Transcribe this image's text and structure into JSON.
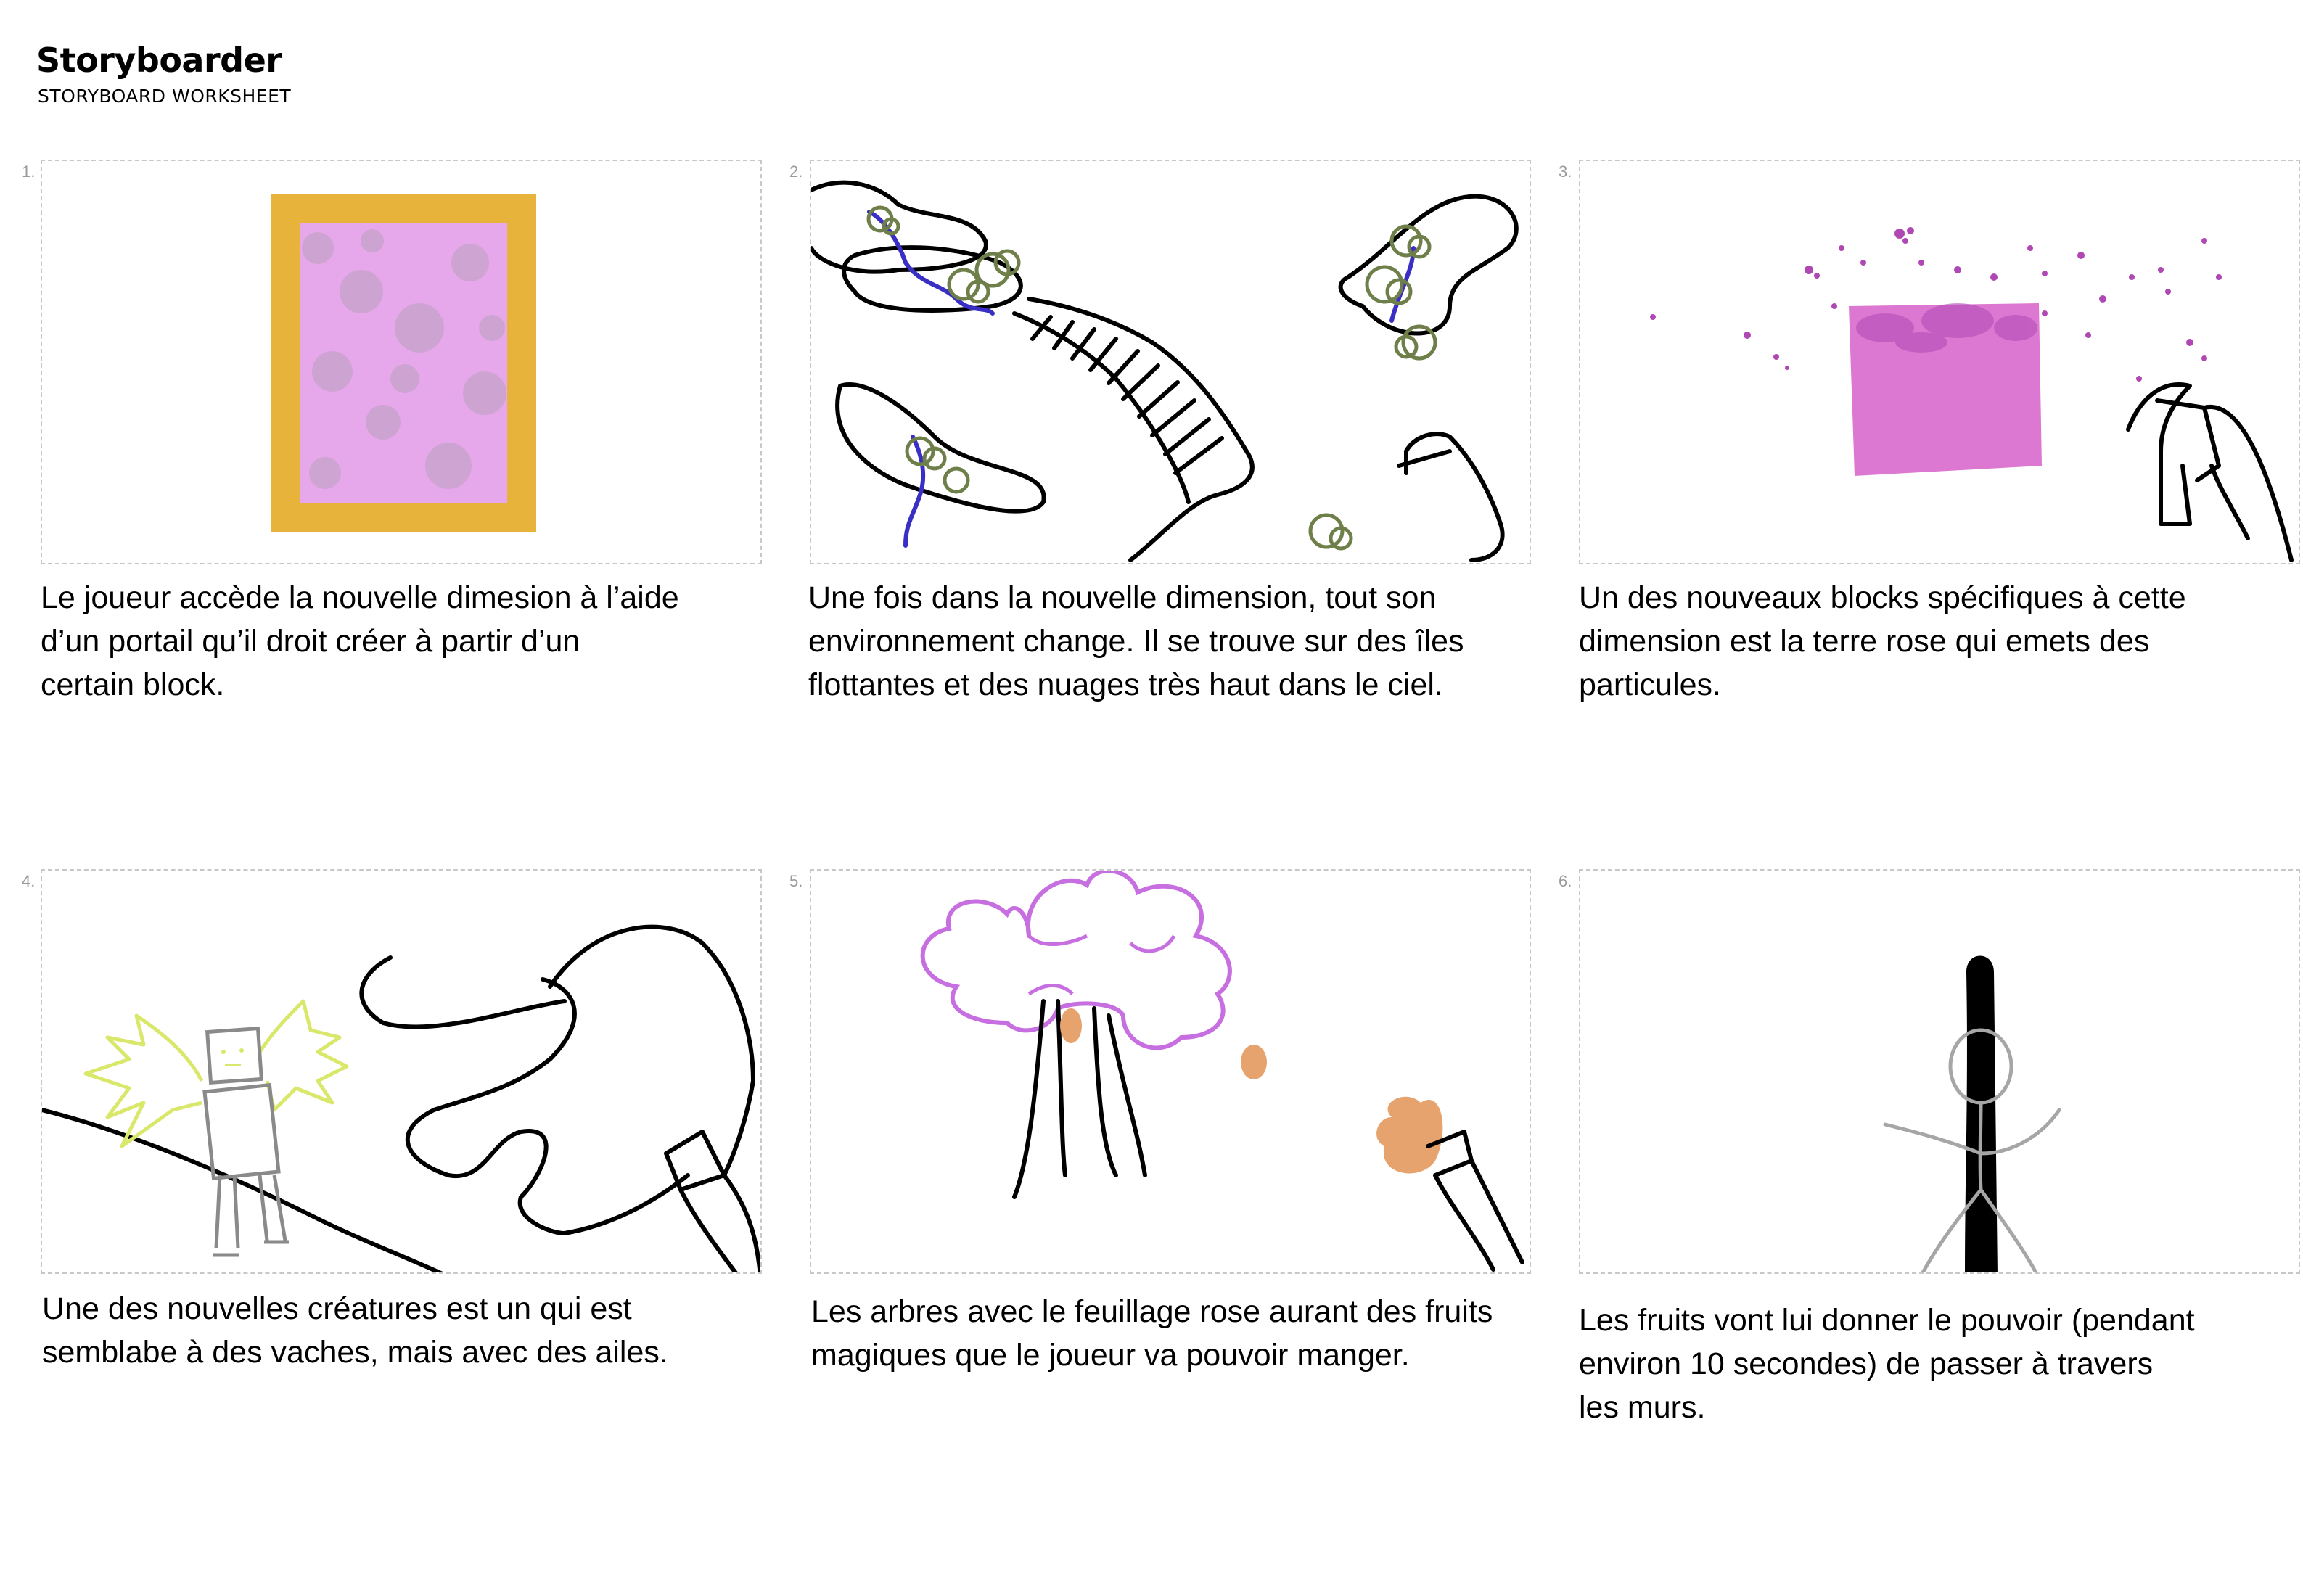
{
  "header": {
    "title": "Storyboarder",
    "subtitle": "STORYBOARD WORKSHEET"
  },
  "panels": [
    {
      "number": "1.",
      "caption_lines": [
        "Le joueur accède la nouvelle dimesion à l’aide",
        "d’un portail qu’il droit créer à partir d’un",
        "certain block."
      ]
    },
    {
      "number": "2.",
      "caption_lines": [
        "Une fois dans la nouvelle dimension, tout son",
        "environnement change. Il se trouve sur des îles",
        "flottantes et des nuages très haut dans le ciel."
      ]
    },
    {
      "number": "3.",
      "caption_lines": [
        "Un des nouveaux blocks spécifiques à cette",
        "dimension est la terre rose qui emets des",
        "particules."
      ]
    },
    {
      "number": "4.",
      "caption_lines": [
        "Une des nouvelles créatures est un qui est",
        "semblabe à des vaches, mais avec des ailes."
      ]
    },
    {
      "number": "5.",
      "caption_lines": [
        "Les arbres avec le feuillage rose aurant des fruits",
        "magiques que le joueur va pouvoir manger."
      ]
    },
    {
      "number": "6.",
      "caption_lines": [
        "Les fruits vont lui donner le pouvoir (pendant",
        "environ 10 secondes) de passer à travers",
        "les murs."
      ]
    }
  ],
  "colors": {
    "portal_frame": "#e8b33a",
    "portal_fill": "#e6a8ea",
    "pink_block": "#dd78d2",
    "particles": "#b048b4",
    "foliage": "#c76fe0",
    "fruit": "#e6a36d",
    "vines": "#3a2fc4",
    "leaves": "#6f7f4a",
    "creature_wings": "#d9e86a",
    "creature_body": "#8a8a8a",
    "ghost_figure": "#a6a6a6"
  }
}
